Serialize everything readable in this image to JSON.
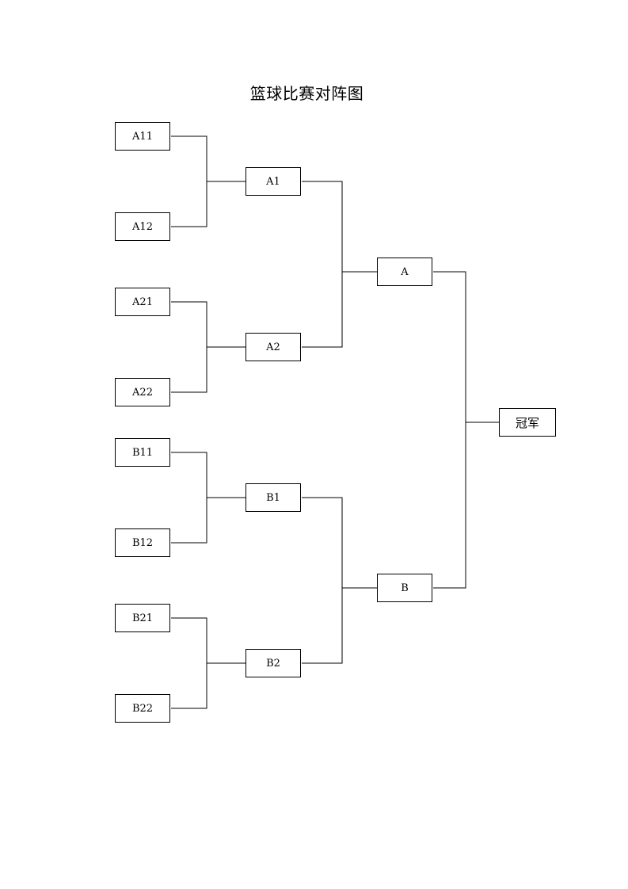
{
  "title": "篮球比赛对阵图",
  "round1": {
    "A11": "A11",
    "A12": "A12",
    "A21": "A21",
    "A22": "A22",
    "B11": "B11",
    "B12": "B12",
    "B21": "B21",
    "B22": "B22"
  },
  "round2": {
    "A1": "A1",
    "A2": "A2",
    "B1": "B1",
    "B2": "B2"
  },
  "round3": {
    "A": "A",
    "B": "B"
  },
  "final": {
    "champion": "冠军"
  }
}
